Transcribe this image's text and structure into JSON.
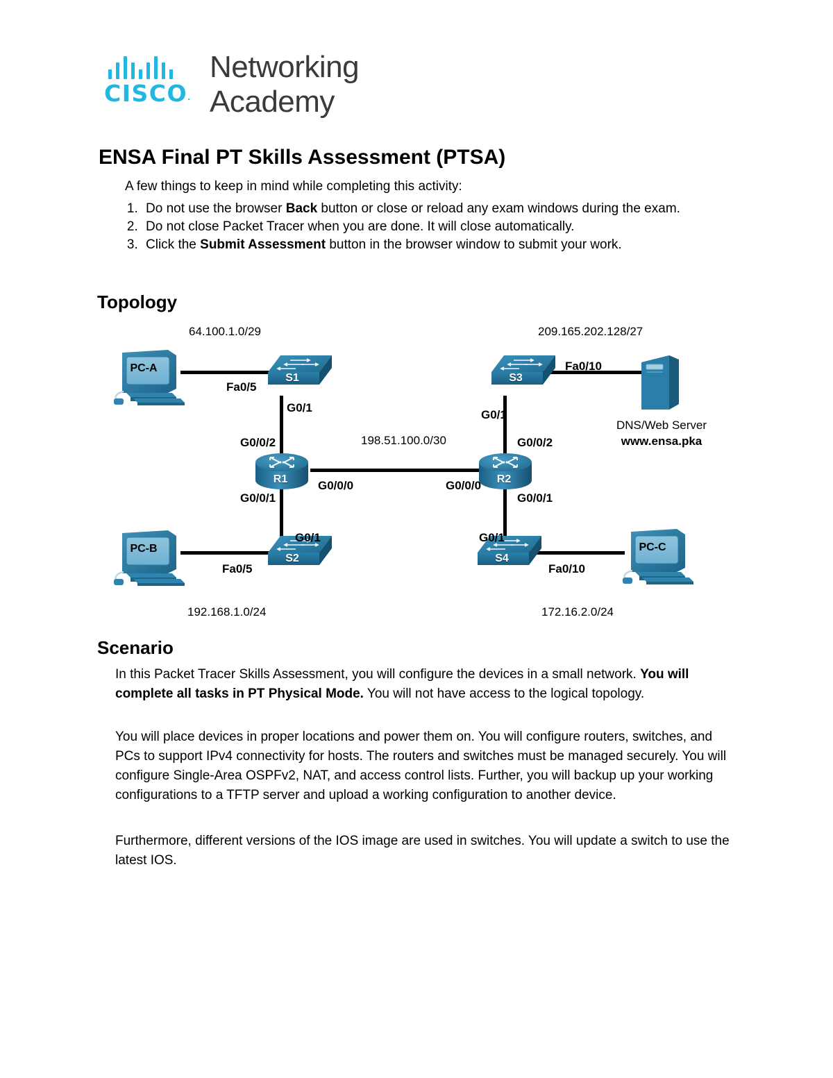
{
  "brand": {
    "cisco_word": "CISCO",
    "trademark": ".",
    "line1": "Networking",
    "line2": "Academy"
  },
  "document": {
    "title": "ENSA Final PT Skills Assessment (PTSA)",
    "intro_lead": "A few things to keep in mind while completing this activity:",
    "intro_items": [
      "Do not use the browser Back button or close or reload any exam windows during the exam.",
      "Do not close Packet Tracer when you are done. It will close automatically.",
      "Click the Submit Assessment button in the browser window to submit your work."
    ],
    "sections": {
      "topology_heading": "Topology",
      "scenario_heading": "Scenario"
    },
    "scenario_paragraphs": [
      "In this Packet Tracer Skills Assessment, you will configure the devices in a small network. You will complete all tasks in PT Physical Mode. You will not have access to the logical topology.",
      "You will place devices in proper locations and power them on. You will configure routers, switches, and PCs to support IPv4 connectivity for hosts. The routers and switches must be managed securely. You will configure Single-Area OSPFv2, NAT, and access control lists. Further, you will backup up your working configurations to a TFTP server and upload a working configuration to another device.",
      "Furthermore, different versions of the IOS image are used in switches. You will update a switch to use the latest IOS."
    ]
  },
  "topology": {
    "networks": {
      "top_left": "64.100.1.0/29",
      "top_right": "209.165.202.128/27",
      "middle": "198.51.100.0/30",
      "bottom_left": "192.168.1.0/24",
      "bottom_right": "172.16.2.0/24"
    },
    "devices": {
      "pc_a": "PC-A",
      "pc_b": "PC-B",
      "pc_c": "PC-C",
      "s1": "S1",
      "s2": "S2",
      "s3": "S3",
      "s4": "S4",
      "r1": "R1",
      "r2": "R2",
      "server_label": "DNS/Web Server",
      "server_url": "www.ensa.pka"
    },
    "interfaces": {
      "pca_s1": "Fa0/5",
      "s1_r1_sw": "G0/1",
      "s1_r1_rt": "G0/0/2",
      "r1_r2_left": "G0/0/0",
      "r1_r2_right": "G0/0/0",
      "r1_s2": "G0/0/1",
      "s2_r1": "G0/1",
      "pcb_s2": "Fa0/5",
      "s3_server": "Fa0/10",
      "s3_r2_sw": "G0/1",
      "s3_r2_rt": "G0/0/2",
      "r2_s4": "G0/0/1",
      "s4_r2": "G0/1",
      "s4_pcc": "Fa0/10"
    }
  },
  "colors": {
    "cisco_blue": "#23b6e3",
    "device_blue": "#2a7ea8",
    "device_dark": "#1b5f80",
    "link_black": "#000000",
    "heading_black": "#000000"
  }
}
